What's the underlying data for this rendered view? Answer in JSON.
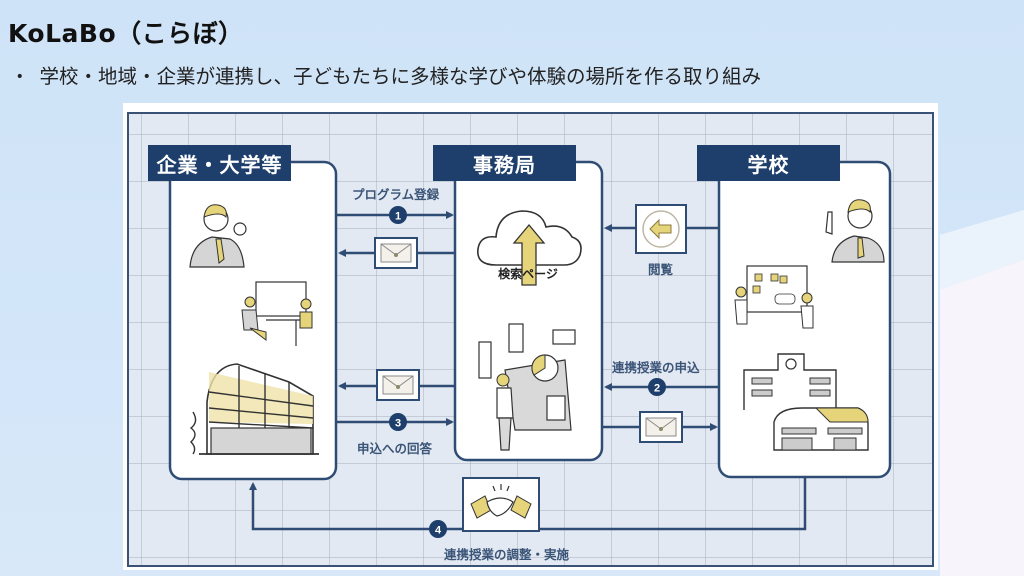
{
  "slide": {
    "title": "KoLaBo（こらぼ）",
    "bullet_marker": "・",
    "bullet_text": "学校・地域・企業が連携し、子どもたちに多様な学びや体験の場所を作る取り組み"
  },
  "diagram": {
    "colors": {
      "navy": "#1e3f6b",
      "line": "#2f4d74",
      "accent_yellow": "#e6d47a",
      "grid_bg": "#e3e9f2"
    },
    "nodes": {
      "companies": {
        "title": "企業・大学等",
        "illustrations": [
          "businessman-icon",
          "meeting-icon",
          "office-building-icon"
        ]
      },
      "secretariat": {
        "title": "事務局",
        "search_page_label": "検索ページ",
        "illustrations": [
          "cloud-upload-icon",
          "analyst-dashboard-icon"
        ]
      },
      "school": {
        "title": "学校",
        "illustrations": [
          "teacher-icon",
          "classroom-whiteboard-icon",
          "school-building-icon"
        ]
      }
    },
    "flows": [
      {
        "step": "1",
        "label": "プログラム登録",
        "from": "企業・大学等",
        "to": "事務局"
      },
      {
        "step": "",
        "label": "",
        "from": "事務局",
        "to": "企業・大学等",
        "icon": "envelope-icon"
      },
      {
        "step": "",
        "label": "閲覧",
        "from": "学校",
        "to": "事務局",
        "icon": "arrow-left-circle-icon"
      },
      {
        "step": "2",
        "label": "連携授業の申込",
        "from": "学校",
        "to": "事務局"
      },
      {
        "step": "",
        "label": "",
        "from": "事務局",
        "to": "企業・大学等",
        "icon": "envelope-icon"
      },
      {
        "step": "3",
        "label": "申込への回答",
        "from": "企業・大学等",
        "to": "事務局"
      },
      {
        "step": "",
        "label": "",
        "from": "事務局",
        "to": "学校",
        "icon": "envelope-icon"
      },
      {
        "step": "4",
        "label": "連携授業の調整・実施",
        "from": "学校",
        "to": "企業・大学等",
        "icon": "handshake-icon"
      }
    ]
  }
}
